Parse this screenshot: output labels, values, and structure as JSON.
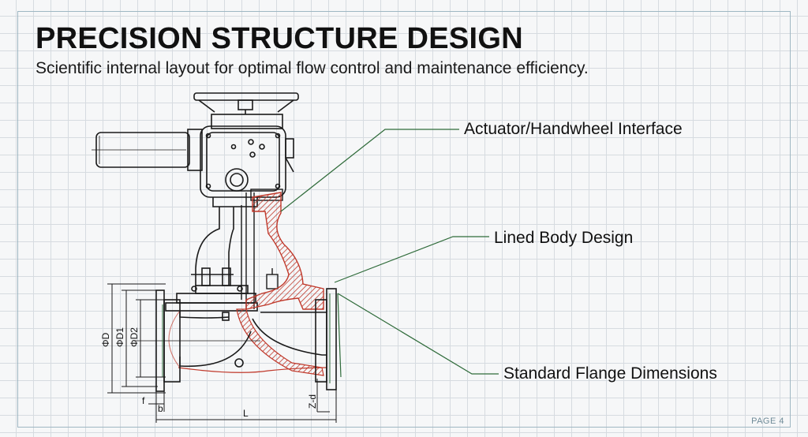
{
  "header": {
    "title": "PRECISION STRUCTURE DESIGN",
    "subtitle": "Scientific internal layout for optimal flow control and maintenance efficiency."
  },
  "callouts": {
    "actuator": "Actuator/Handwheel Interface",
    "body": "Lined Body Design",
    "flange": "Standard Flange Dimensions"
  },
  "dimensions": {
    "phi_d": "ΦD",
    "phi_d1": "ΦD1",
    "phi_d2": "ΦD2",
    "f": "f",
    "b": "b",
    "l": "L",
    "z_d": "Z-d"
  },
  "footer": {
    "page": "PAGE 4"
  },
  "colors": {
    "line": "#1a1a1a",
    "lining": "#c0392b",
    "leader": "#2f6b3a",
    "grid": "#d6dbe0"
  }
}
